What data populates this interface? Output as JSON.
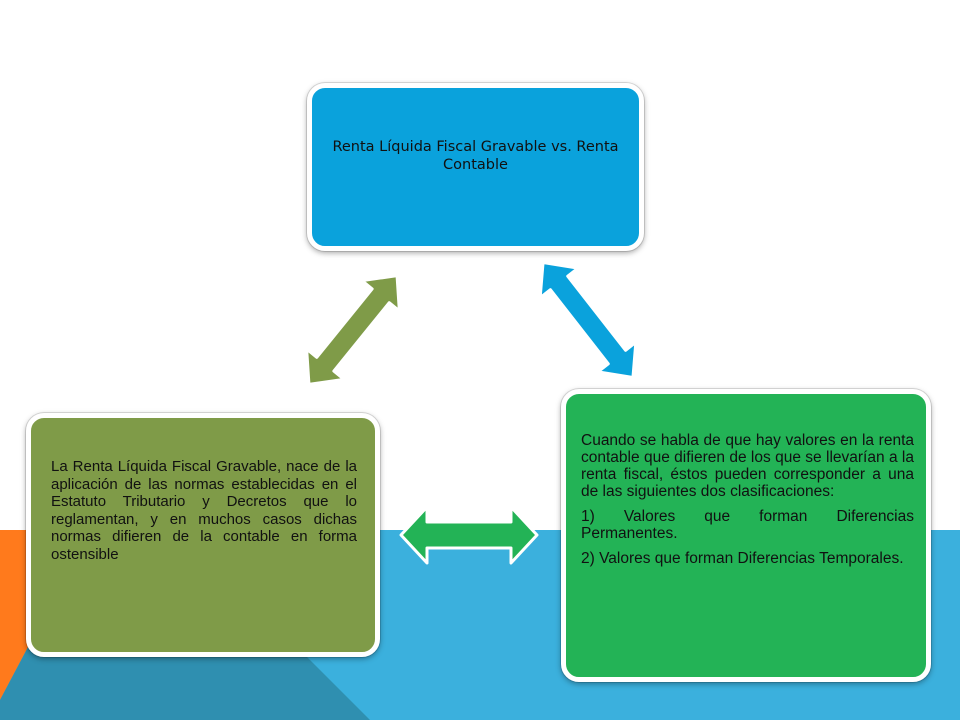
{
  "diagram": {
    "top_box": {
      "text": "Renta Líquida Fiscal Gravable vs. Renta Contable"
    },
    "left_box": {
      "text": "La Renta Líquida Fiscal Gravable, nace de la aplicación de las normas establecidas en el Estatuto Tributario y Decretos que lo reglamentan, y en muchos casos dichas normas difieren de la contable en forma ostensible"
    },
    "right_box": {
      "paragraphs": [
        "Cuando se habla de que hay valores en la renta contable que difieren de los que se llevarían a la renta fiscal, éstos pueden corresponder a una de las siguientes dos clasificaciones:",
        "1) Valores que forman Diferencias Permanentes.",
        " 2) Valores que forman Diferencias Temporales."
      ]
    }
  },
  "colors": {
    "top_box": "#0aa2dc",
    "left_box": "#7f9b48",
    "right_box": "#23b356",
    "arrow_green": "#7f9b48",
    "arrow_blue": "#0aa2dc",
    "arrow_bright_green": "#23b356",
    "background_blue": "#3bb0dd",
    "background_orange": "#ff7a1c",
    "background_teal": "#2f8fb0"
  }
}
